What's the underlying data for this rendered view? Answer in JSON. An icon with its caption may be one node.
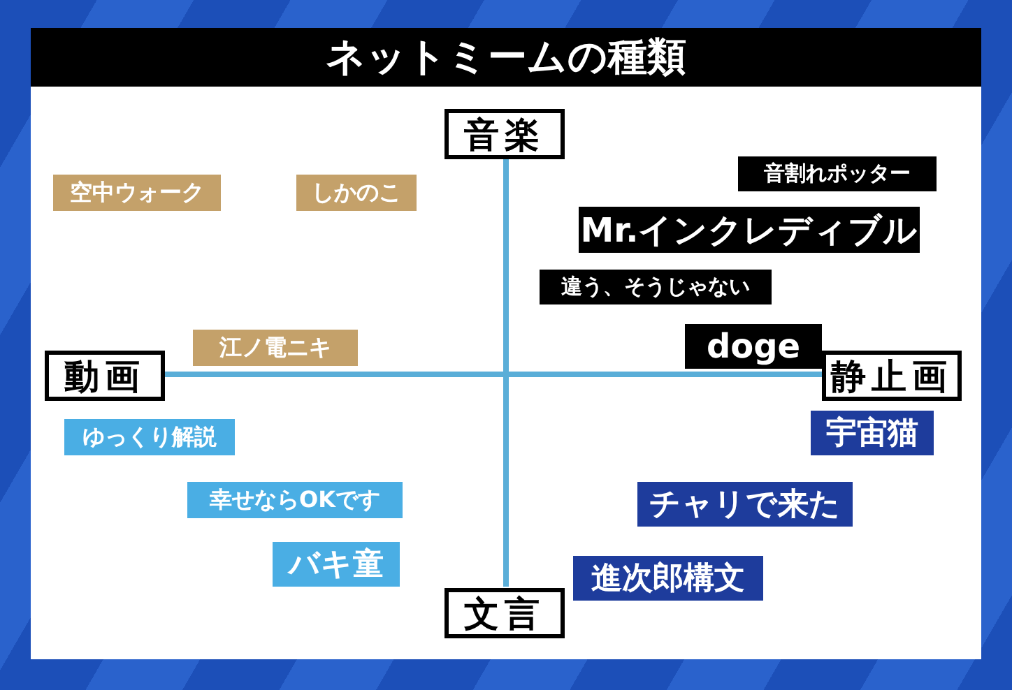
{
  "diagram": {
    "title": "ネットミームの種類",
    "nodes": [
      {
        "text": [
          "音楽"
        ]
      },
      {
        "text": [
          "空中ウォーク"
        ]
      },
      {
        "text": [
          "しかのこ"
        ]
      },
      {
        "text": [
          "音割れポッター"
        ]
      },
      {
        "text": [
          "Mr.インクレディブル"
        ]
      },
      {
        "text": [
          "違う、そうじゃない"
        ]
      },
      {
        "text": [
          "doge"
        ]
      },
      {
        "text": [
          "江ノ電ニキ"
        ]
      },
      {
        "text": [
          "動画"
        ]
      },
      {
        "text": [
          "静止画"
        ]
      },
      {
        "text": [
          "宇宙猫"
        ]
      },
      {
        "text": [
          "ゆっくり解説"
        ]
      },
      {
        "text": [
          "幸せならOKです"
        ]
      },
      {
        "text": [
          "チャリで来た"
        ]
      },
      {
        "text": [
          "バキ童"
        ]
      },
      {
        "text": [
          "進次郎構文"
        ]
      },
      {
        "text": [
          "文言"
        ]
      }
    ]
  }
}
